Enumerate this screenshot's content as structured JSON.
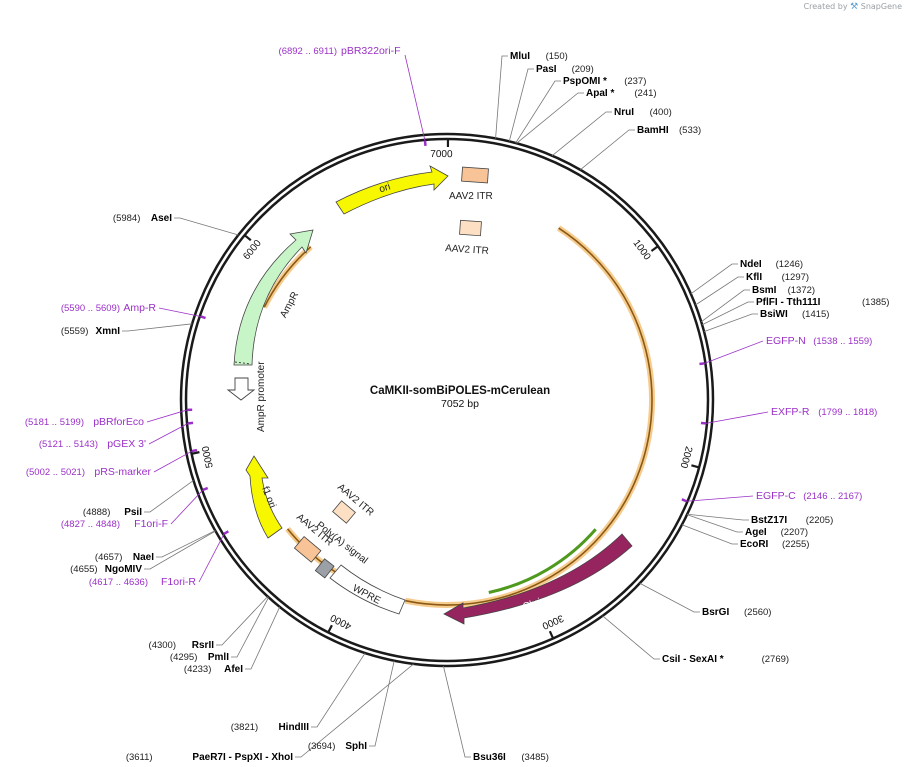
{
  "brand": {
    "created_by": "Created by",
    "product": "SnapGene"
  },
  "plasmid": {
    "name": "CaMKII-somBiPOLES-mCerulean",
    "length_label": "7052 bp",
    "length": 7052
  },
  "colors": {
    "backbone": "#1a1a1a",
    "orange_arc": "#f5c27a",
    "ori": "#f7f700",
    "ampr": "#c8f5c8",
    "chrimson": "#96245f",
    "green_arc": "#4f9a1e",
    "itr": "#f7c397",
    "itr_light": "#fde0c3",
    "wpre": "#ffffff",
    "polya": "#9aa0a6",
    "primer": "#9b30c8"
  },
  "ticks": [
    {
      "pos": 1000,
      "label": "1000"
    },
    {
      "pos": 2000,
      "label": "2000"
    },
    {
      "pos": 3000,
      "label": "3000"
    },
    {
      "pos": 4000,
      "label": "4000"
    },
    {
      "pos": 5000,
      "label": "5000"
    },
    {
      "pos": 6000,
      "label": "6000"
    },
    {
      "pos": 7000,
      "label": "7000"
    }
  ],
  "sites": [
    {
      "pos": 150,
      "name": "MluI",
      "position_label": "(150)"
    },
    {
      "pos": 209,
      "name": "PasI",
      "position_label": "(209)"
    },
    {
      "pos": 237,
      "name": "PspOMI *",
      "position_label": "(237)"
    },
    {
      "pos": 241,
      "name": "ApaI *",
      "position_label": "(241)"
    },
    {
      "pos": 400,
      "name": "NruI",
      "position_label": "(400)"
    },
    {
      "pos": 533,
      "name": "BamHI",
      "position_label": "(533)"
    },
    {
      "pos": 1246,
      "name": "NdeI",
      "position_label": "(1246)"
    },
    {
      "pos": 1297,
      "name": "KflI",
      "position_label": "(1297)"
    },
    {
      "pos": 1372,
      "name": "BsmI",
      "position_label": "(1372)"
    },
    {
      "pos": 1385,
      "name": "PflFI - Tth111I",
      "position_label": "(1385)"
    },
    {
      "pos": 1415,
      "name": "BsiWI",
      "position_label": "(1415)"
    },
    {
      "pos": 2205,
      "name": "BstZ17I",
      "position_label": "(2205)"
    },
    {
      "pos": 2207,
      "name": "AgeI",
      "position_label": "(2207)"
    },
    {
      "pos": 2255,
      "name": "EcoRI",
      "position_label": "(2255)"
    },
    {
      "pos": 2560,
      "name": "BsrGI",
      "position_label": "(2560)"
    },
    {
      "pos": 2769,
      "name": "CsiI - SexAI *",
      "position_label": "(2769)"
    },
    {
      "pos": 3485,
      "name": "Bsu36I",
      "position_label": "(3485)"
    },
    {
      "pos": 3611,
      "name": "PaeR7I - PspXI - XhoI",
      "position_label": "(3611)"
    },
    {
      "pos": 3694,
      "name": "SphI",
      "position_label": "(3694)"
    },
    {
      "pos": 3821,
      "name": "HindIII",
      "position_label": "(3821)"
    },
    {
      "pos": 4233,
      "name": "AfeI",
      "position_label": "(4233)"
    },
    {
      "pos": 4295,
      "name": "PmlI",
      "position_label": "(4295)"
    },
    {
      "pos": 4300,
      "name": "RsrII",
      "position_label": "(4300)"
    },
    {
      "pos": 4655,
      "name": "NgoMIV",
      "position_label": "(4655)"
    },
    {
      "pos": 4657,
      "name": "NaeI",
      "position_label": "(4657)"
    },
    {
      "pos": 4888,
      "name": "PsiI",
      "position_label": "(4888)"
    },
    {
      "pos": 5559,
      "name": "XmnI",
      "position_label": "(5559)"
    },
    {
      "pos": 5984,
      "name": "AseI",
      "position_label": "(5984)"
    }
  ],
  "primers": [
    {
      "pos": 6901,
      "name": "pBR322ori-F",
      "range": "(6892 .. 6911)"
    },
    {
      "pos": 1548,
      "name": "EGFP-N",
      "range": "(1538 .. 1559)"
    },
    {
      "pos": 1808,
      "name": "EXFP-R",
      "range": "(1799 .. 1818)"
    },
    {
      "pos": 2156,
      "name": "EGFP-C",
      "range": "(2146 .. 2167)"
    },
    {
      "pos": 4626,
      "name": "F1ori-R",
      "range": "(4617 .. 4636)"
    },
    {
      "pos": 4837,
      "name": "F1ori-F",
      "range": "(4827 .. 4848)"
    },
    {
      "pos": 5011,
      "name": "pRS-marker",
      "range": "(5002 .. 5021)"
    },
    {
      "pos": 5132,
      "name": "pGEX 3'",
      "range": "(5121 .. 5143)"
    },
    {
      "pos": 5190,
      "name": "pBRforEco",
      "range": "(5181 .. 5199)"
    },
    {
      "pos": 5600,
      "name": "Amp-R",
      "range": "(5590 .. 5609)"
    }
  ],
  "features": [
    {
      "id": "ori",
      "label": "ori"
    },
    {
      "id": "ampr",
      "label": "AmpR"
    },
    {
      "id": "ampr-promoter",
      "label": "AmpR promoter"
    },
    {
      "id": "f1-ori",
      "label": "f1 ori"
    },
    {
      "id": "itr-top-1",
      "label": "AAV2 ITR"
    },
    {
      "id": "itr-top-2",
      "label": "AAV2 ITR"
    },
    {
      "id": "itr-bottom-1",
      "label": "AAV2 ITR"
    },
    {
      "id": "itr-bottom-2",
      "label": "AAV2 ITR"
    },
    {
      "id": "polya",
      "label": "Poly(A) signal"
    },
    {
      "id": "wpre",
      "label": "WPRE"
    },
    {
      "id": "chrimson",
      "label": "Chrimson"
    }
  ]
}
